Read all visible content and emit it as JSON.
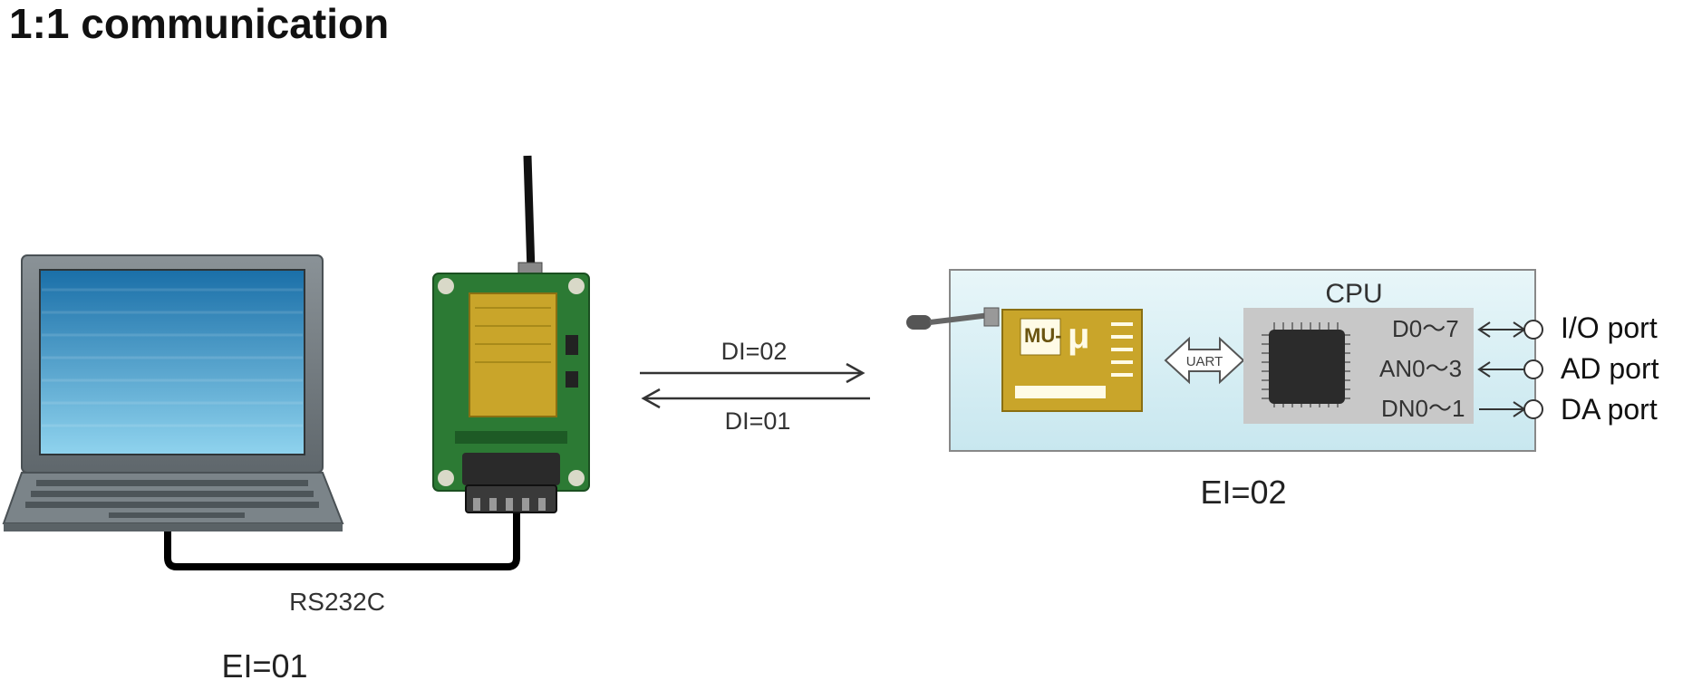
{
  "title": "1:1 communication",
  "left_node": {
    "cable_label": "RS232C",
    "ei_label": "EI=01"
  },
  "link": {
    "send_label": "DI=02",
    "receive_label": "DI=01"
  },
  "right_node": {
    "cpu_label": "CPU",
    "uart_label": "UART",
    "ei_label": "EI=02",
    "module_text": "MU-",
    "pins": [
      {
        "pin": "D0～7",
        "port": "I/O port"
      },
      {
        "pin": "AN0～3",
        "port": "AD port"
      },
      {
        "pin": "DN0～1",
        "port": "DA port"
      }
    ]
  },
  "colors": {
    "screen_top": "#1a6fa8",
    "screen_bottom": "#8fd3ee",
    "board_green": "#2c7a34",
    "module_gold": "#c9a52a",
    "chip_dark": "#2b2b2b",
    "box_fill_top": "#e8f6f9",
    "box_fill_bottom": "#c8e7ef",
    "cable": "#000000"
  }
}
